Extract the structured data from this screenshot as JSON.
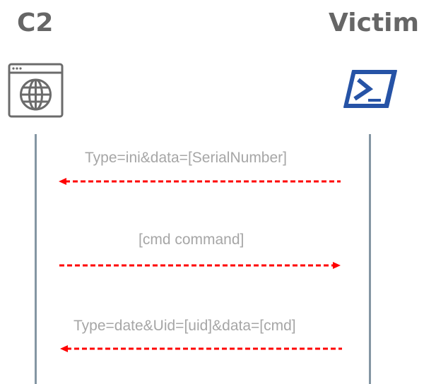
{
  "actors": {
    "left": {
      "title": "C2",
      "icon": "browser-globe-icon"
    },
    "right": {
      "title": "Victim",
      "icon": "powershell-icon"
    }
  },
  "messages": [
    {
      "label": "Type=ini&data=[SerialNumber]",
      "direction": "to-left"
    },
    {
      "label": "[cmd command]",
      "direction": "to-right"
    },
    {
      "label": "Type=date&Uid=[uid]&data=[cmd]",
      "direction": "to-left"
    }
  ],
  "colors": {
    "title": "#666666",
    "icon_gray": "#6b6b6b",
    "powershell_blue": "#2653a6",
    "lifeline": "#8496a3",
    "message_label": "#a6a6a6",
    "arrow": "#ff0000"
  }
}
